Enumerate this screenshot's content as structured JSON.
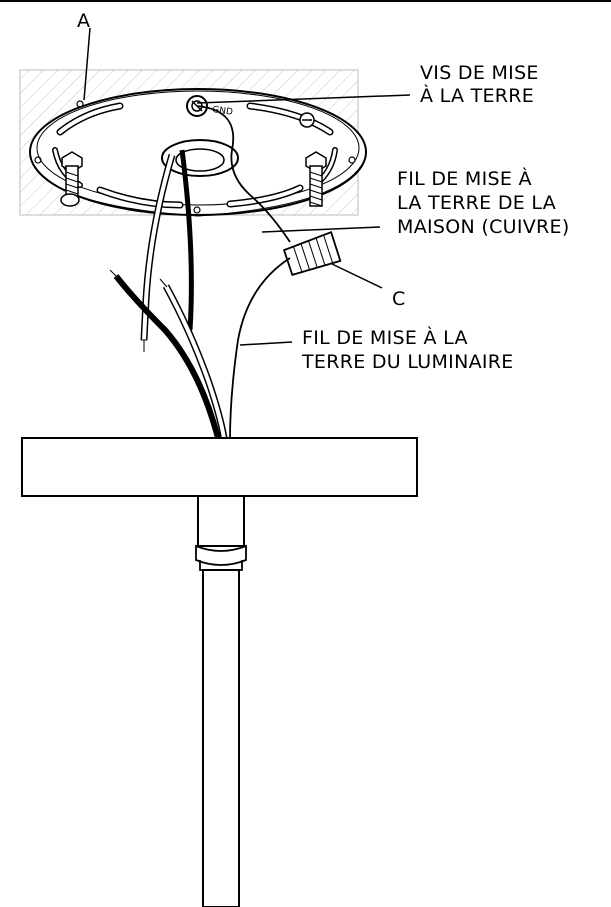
{
  "labels": {
    "a": "A",
    "c": "C",
    "ground_screw": [
      "VIS DE MISE",
      "À LA TERRE"
    ],
    "house_ground_wire": [
      "FIL DE MISE À",
      "LA TERRE DE LA",
      "MAISON (CUIVRE)"
    ],
    "fixture_ground_wire": [
      "FIL DE MISE À LA",
      "TERRE DU LUMINAIRE"
    ],
    "bracket_marking": "GND"
  },
  "colors": {
    "line": "#000000",
    "hatch": "#bdbdbd",
    "background": "#ffffff"
  }
}
